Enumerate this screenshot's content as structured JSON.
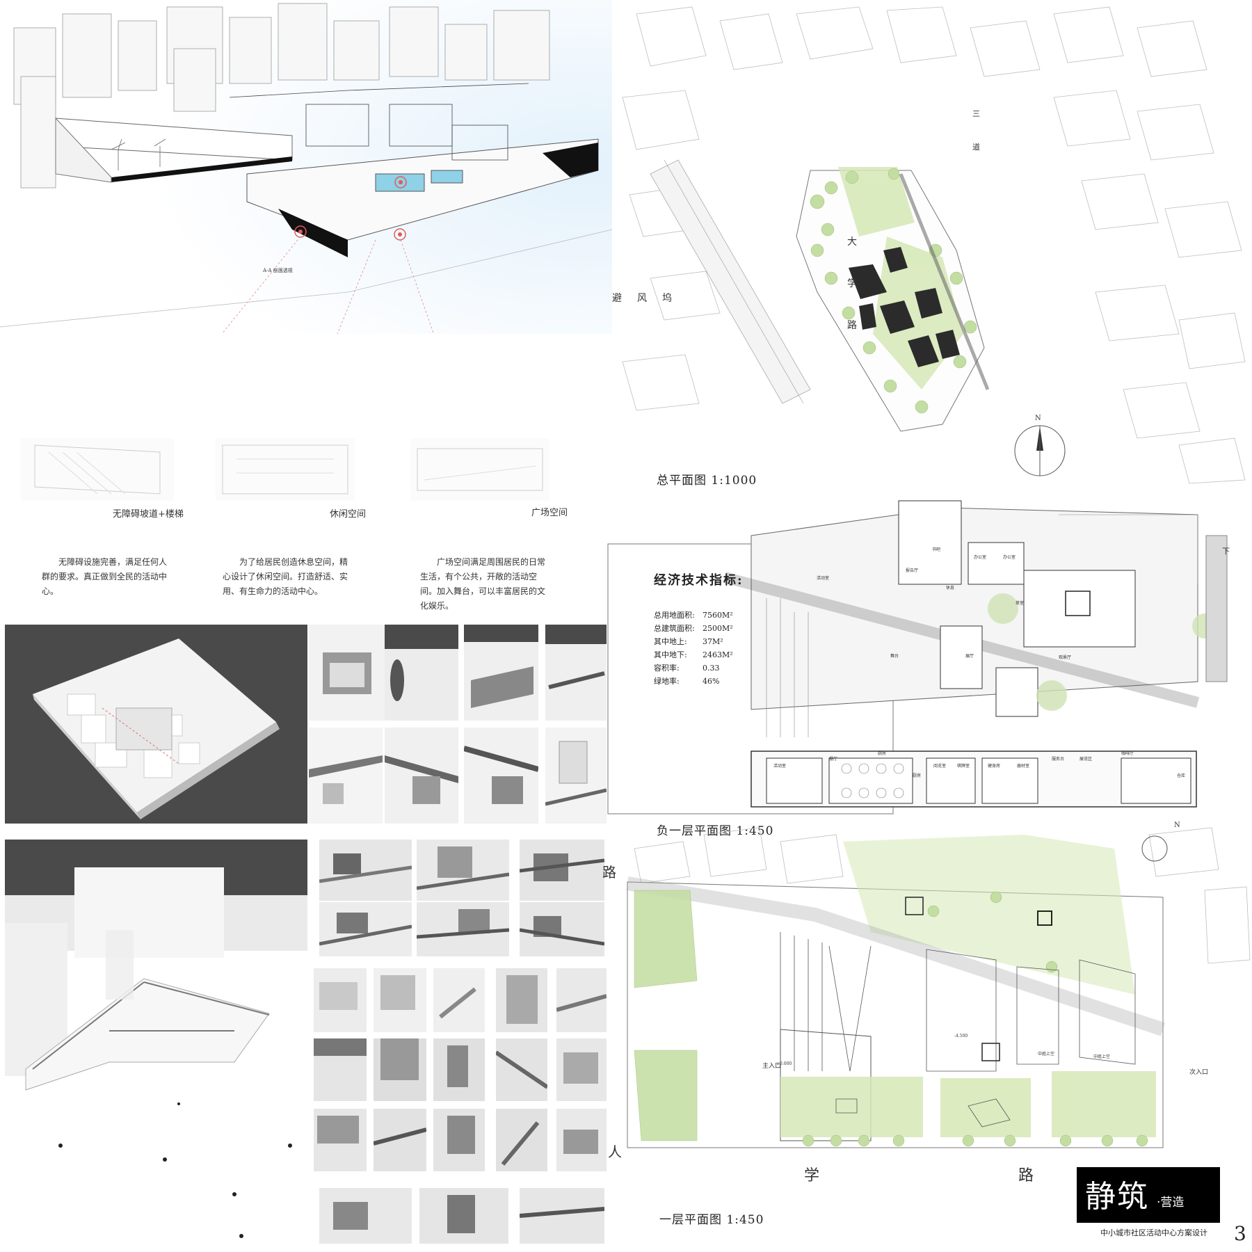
{
  "section": {
    "caption": "A-A 剖面透视",
    "insets": [
      {
        "label": "无障碍坡道+楼梯",
        "text": "无障碍设施完善，满足任何人群的要求。真正做到全民的活动中心。"
      },
      {
        "label": "休闲空间",
        "text": "为了给居民创造休息空间，精心设计了休闲空间。打造舒适、实用、有生命力的活动中心。"
      },
      {
        "label": "广场空间",
        "text": "广场空间满足周围居民的日常生活，有个公共，开敞的活动空间。加入舞台，可以丰富居民的文化娱乐。"
      }
    ]
  },
  "site_plan": {
    "title": "总平面图 1:1000",
    "area_name": "避风坞",
    "road_name": "大学路",
    "road_name_2": "三道",
    "north": "N"
  },
  "indicators": {
    "heading": "经济技术指标:",
    "rows": [
      {
        "label": "总用地面积:",
        "value": "7560M²"
      },
      {
        "label": "总建筑面积:",
        "value": "2500M²"
      },
      {
        "label": "其中地上:",
        "value": "37M²"
      },
      {
        "label": "其中地下:",
        "value": "2463M²"
      },
      {
        "label": "容积率:",
        "value": "0.33"
      },
      {
        "label": "绿地率:",
        "value": "46%"
      }
    ]
  },
  "basement_plan": {
    "title": "负一层平面图 1:450",
    "down_mark": "下",
    "rooms": [
      "书吧",
      "办公室",
      "办公室",
      "报告厅",
      "休息",
      "舞台",
      "展厅",
      "观景厅",
      "活动室",
      "茶室",
      "餐厅",
      "厨房",
      "活动室",
      "阅览室",
      "棋牌室",
      "健身房",
      "器材室",
      "咖啡厅",
      "展览区",
      "服务台",
      "厨房",
      "仓库"
    ]
  },
  "ground_plan": {
    "title": "一层平面图 1:450",
    "main_entry": "主入口",
    "secondary_entry": "次入口",
    "road_char_1": "学",
    "road_char_2": "路",
    "road_char_3": "路",
    "road_char_4": "人",
    "north": "N",
    "labels": [
      "中庭上空",
      "中庭上空",
      "±0.000",
      "-4.500"
    ]
  },
  "brand": {
    "title": "静筑",
    "dot": "·",
    "subtitle": "营造",
    "project": "中小城市社区活动中心方案设计",
    "page_number": "3"
  },
  "colors": {
    "green": "#d6e8b6",
    "tree": "#c3dda2",
    "dark_block": "#2b2b2b",
    "panel_dark": "#4a4a4a",
    "water": "#8fd1e6"
  }
}
